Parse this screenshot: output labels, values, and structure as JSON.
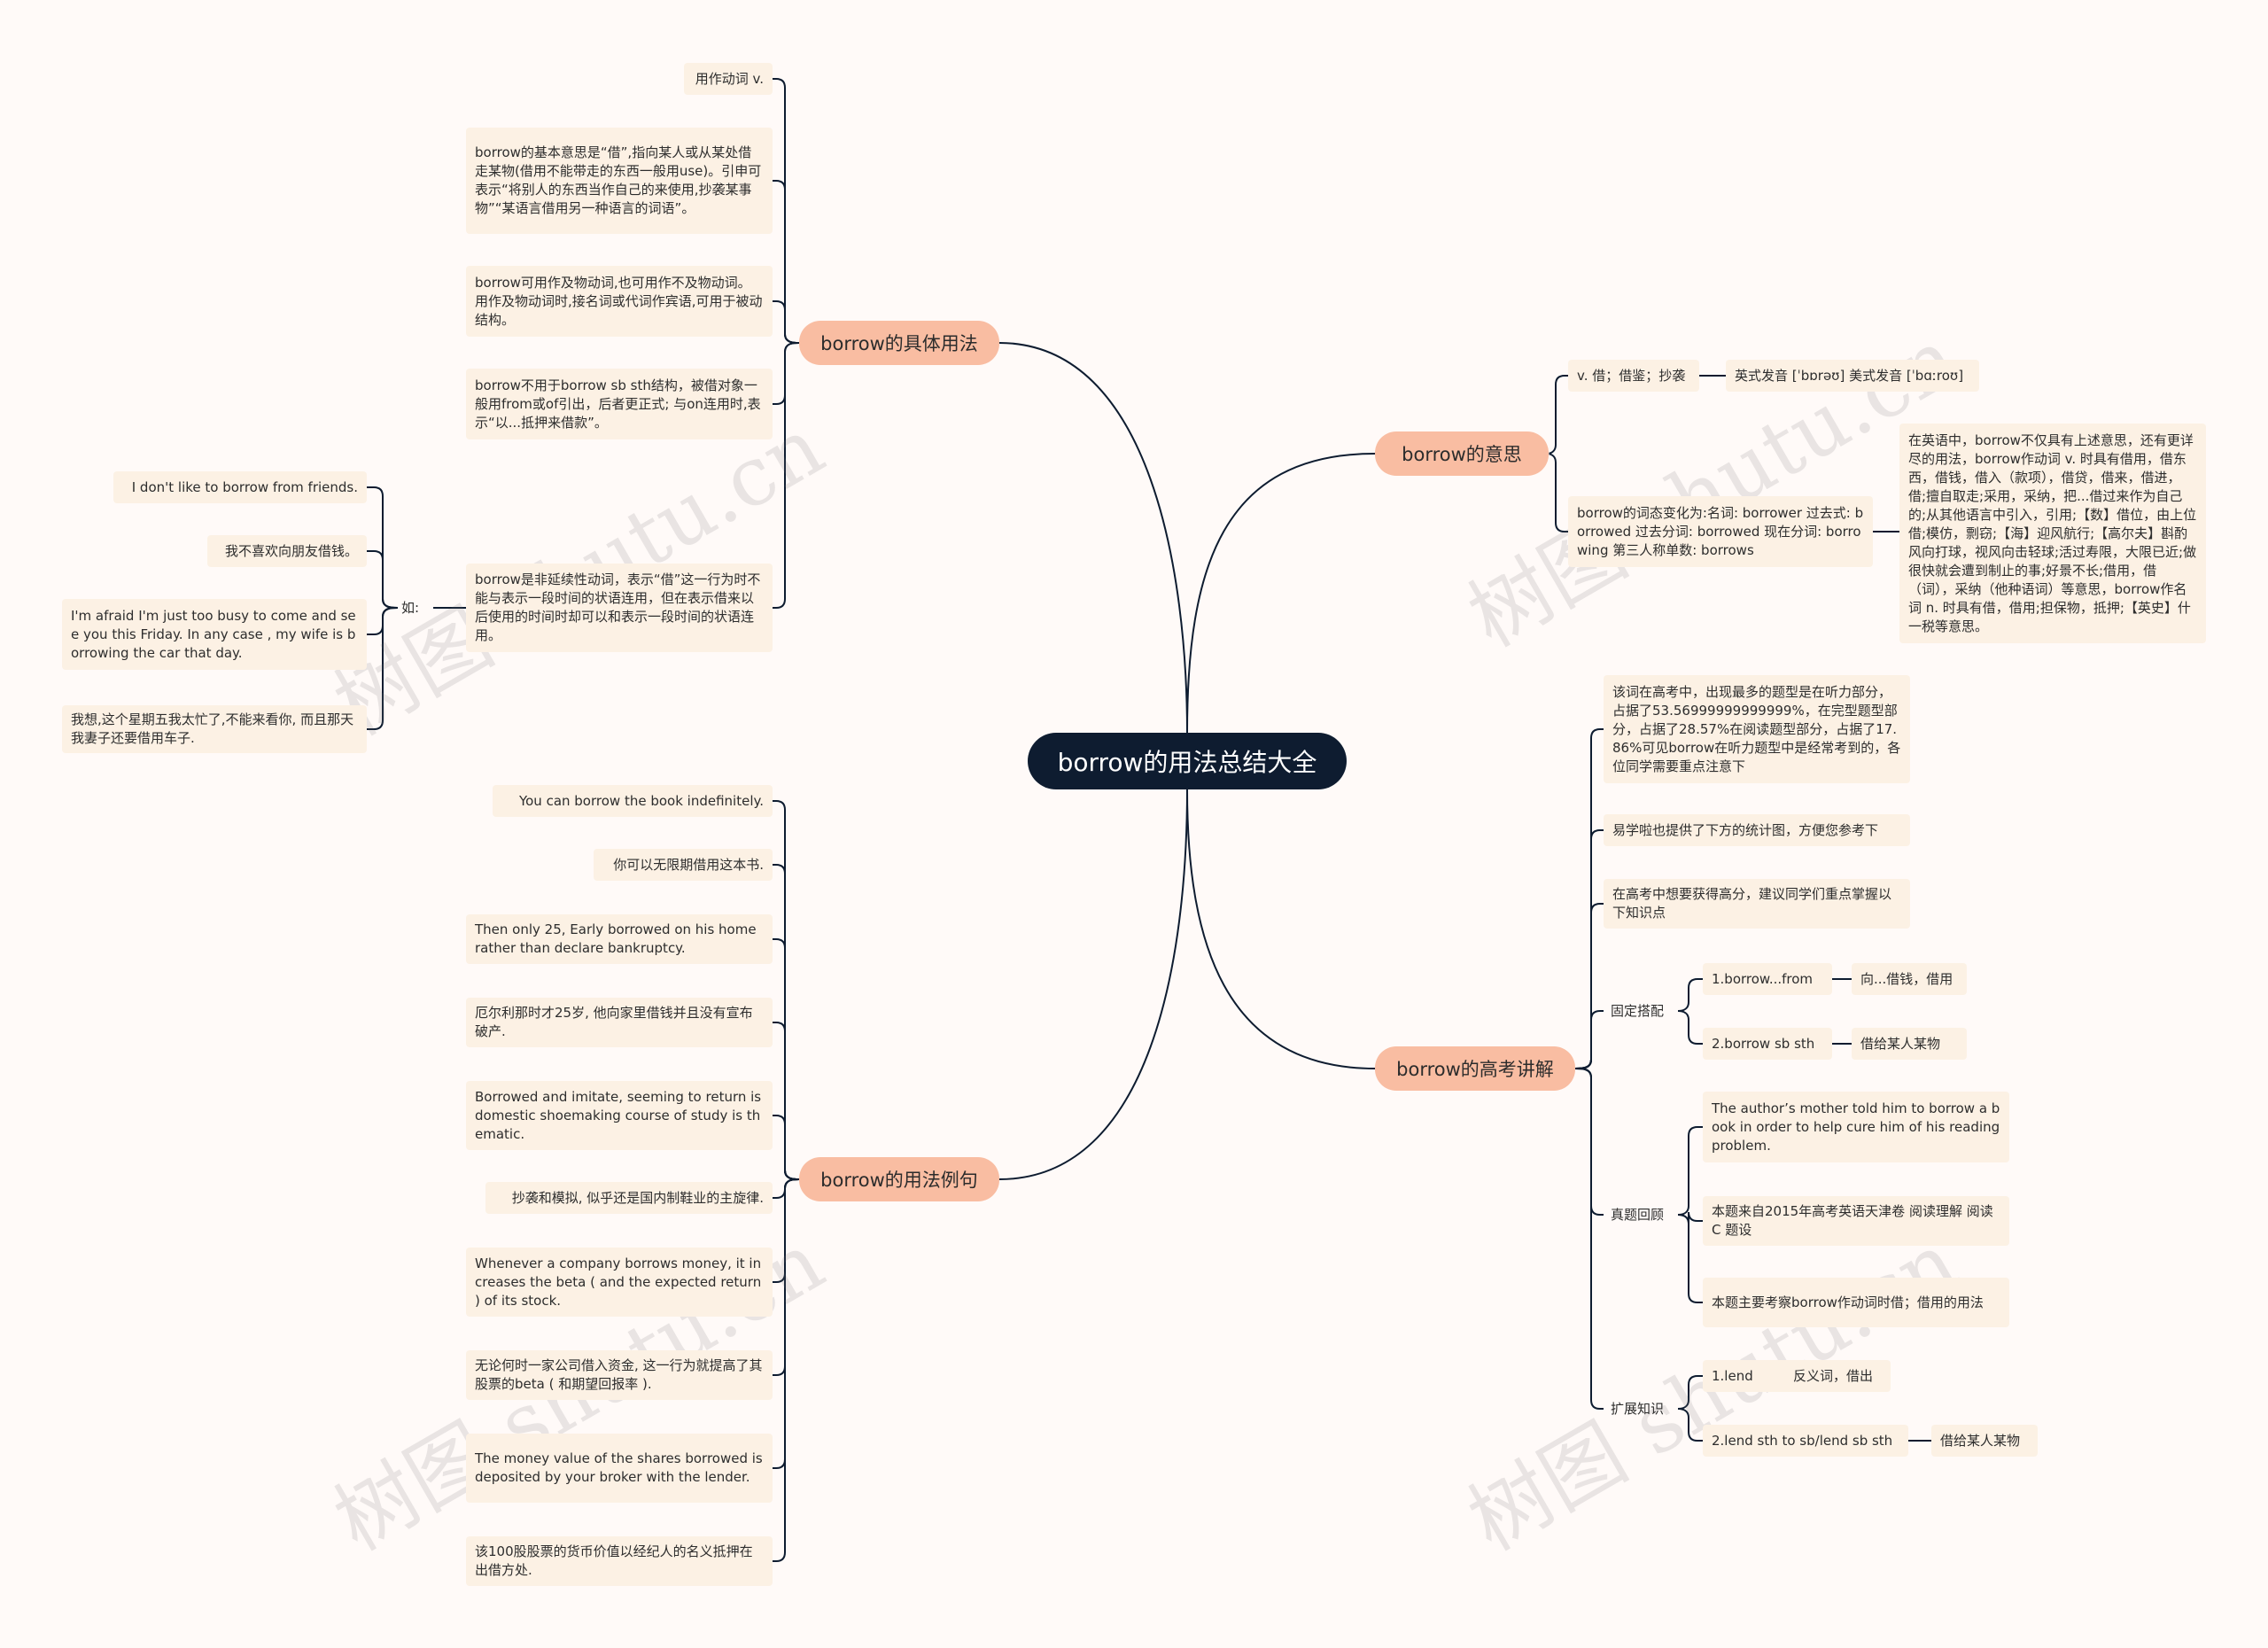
{
  "root": {
    "label": "borrow的用法总结大全"
  },
  "watermark": "树图 shutu.cn",
  "branches": {
    "usage": {
      "label": "borrow的具体用法",
      "items": [
        "用作动词 v.",
        "borrow的基本意思是“借”,指向某人或从某处借走某物(借用不能带走的东西一般用use)。引申可表示“将别人的东西当作自己的来使用,抄袭某事物”“某语言借用另一种语言的词语”。",
        "borrow可用作及物动词,也可用作不及物动词。用作及物动词时,接名词或代词作宾语,可用于被动结构。",
        "borrow不用于borrow sb sth结构，被借对象一般用from或of引出，后者更正式; 与on连用时,表示“以...抵押来借款”。",
        "borrow是非延续性动词，表示“借”这一行为时不能与表示一段时间的状语连用，但在表示借来以后使用的时间时却可以和表示一段时间的状语连用。"
      ],
      "example_label": "如:",
      "examples": [
        "I don't like to borrow from friends.",
        "我不喜欢向朋友借钱。",
        "I'm afraid I'm just too busy to come and see you this Friday. In any case , my wife is borrowing the car that day.",
        "我想,这个星期五我太忙了,不能来看你, 而且那天我妻子还要借用车子."
      ]
    },
    "examples": {
      "label": "borrow的用法例句",
      "items": [
        "You can borrow the book indefinitely.",
        "你可以无限期借用这本书.",
        "Then only 25, Early borrowed on his home rather than declare bankruptcy.",
        "厄尔利那时才25岁, 他向家里借钱并且没有宣布破产.",
        "Borrowed and imitate, seeming to return is domestic shoemaking course of study is thematic.",
        "抄袭和模拟, 似乎还是国内制鞋业的主旋律.",
        "Whenever a company borrows money, it increases the beta ( and the expected return ) of its stock.",
        "无论何时一家公司借入资金, 这一行为就提高了其股票的beta ( 和期望回报率 ).",
        "The money value of the shares borrowed is deposited by your broker with the lender.",
        "该100股股票的货币价值以经纪人的名义抵押在出借方处."
      ]
    },
    "meaning": {
      "label": "borrow的意思",
      "definition": "v. 借；借鉴；抄袭",
      "pronunciation": "英式发音 [ˈbɒrəʊ] 美式发音 [ˈbɑːroʊ]",
      "forms": "borrow的词态变化为:名词: borrower 过去式: borrowed 过去分词: borrowed 现在分词: borrowing 第三人称单数: borrows",
      "extended": "在英语中，borrow不仅具有上述意思，还有更详尽的用法，borrow作动词 v. 时具有借用，借东西，借钱，借入（款项），借贷，借来，借进，借;擅自取走;采用，采纳，把...借过来作为自己的;从其他语言中引入，引用;【数】借位，由上位借;模仿，剽窃;【海】迎风航行;【高尔夫】斟酌风向打球，视风向击轻球;活过寿限，大限已近;做很快就会遭到制止的事;好景不长;借用，借（词），采纳（他种语词）等意思，borrow作名词 n. 时具有借，借用;担保物，抵押;【英史】什一税等意思。"
    },
    "exam": {
      "label": "borrow的高考讲解",
      "intro": "该词在高考中，出现最多的题型是在听力部分，占据了53.56999999999999%，在完型题型部分，占据了28.57%在阅读题型部分，占据了17.86%可见borrow在听力题型中是经常考到的，各位同学需要重点注意下",
      "stats": "易学啦也提供了下方的统计图，方便您参考下",
      "advice": "在高考中想要获得高分，建议同学们重点掌握以下知识点",
      "collocation": {
        "label": "固定搭配",
        "items": [
          {
            "phrase": "1.borrow...from",
            "meaning": "向...借钱，借用"
          },
          {
            "phrase": "2.borrow sb sth",
            "meaning": "借给某人某物"
          }
        ]
      },
      "review": {
        "label": "真题回顾",
        "items": [
          "The author’s mother told him to borrow a book in order to help cure him of his reading problem.",
          "本题来自2015年高考英语天津卷 阅读理解 阅读C 题设",
          "本题主要考察borrow作动词时借；借用的用法"
        ]
      },
      "extension": {
        "label": "扩展知识",
        "items": [
          {
            "phrase": "1.lend",
            "meaning": "反义词，借出"
          },
          {
            "phrase": "2.lend sth to sb/lend sb sth",
            "meaning": "借给某人某物"
          }
        ]
      }
    }
  }
}
